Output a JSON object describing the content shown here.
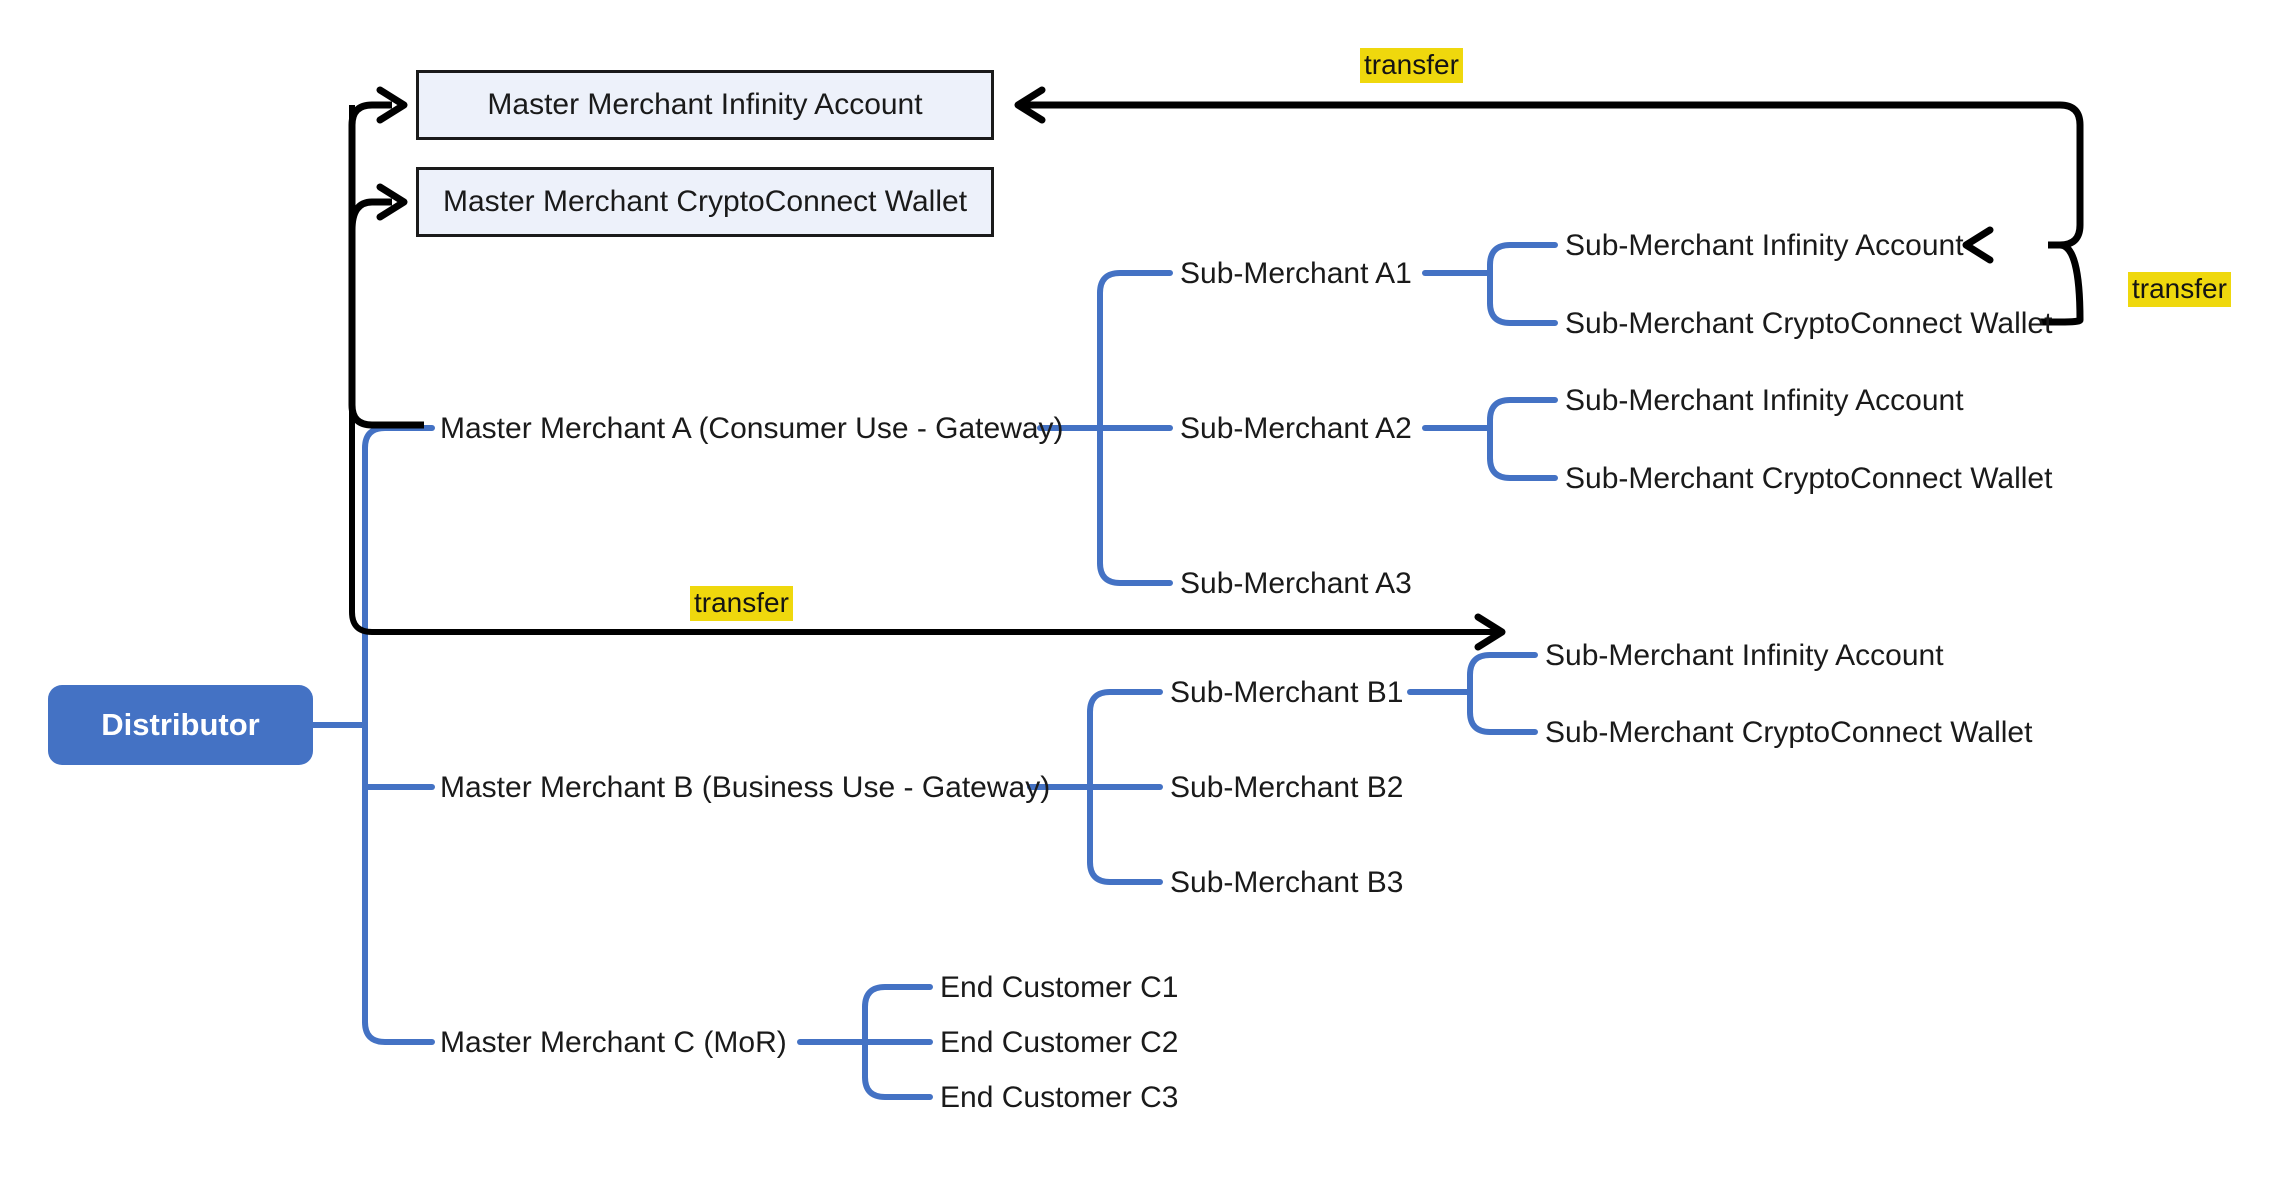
{
  "diagram": {
    "title": "Distributor merchant hierarchy with transfers",
    "colors": {
      "blue_connector": "#4472C4",
      "black_connector": "#000000",
      "box_fill": "#EDF1FA",
      "box_border": "#1A1A1A",
      "distributor_fill": "#4472C4",
      "distributor_text": "#FFFFFF",
      "highlight": "#EFD80D",
      "text": "#1A1A1A",
      "background": "#FFFFFF"
    },
    "root": {
      "label": "Distributor"
    },
    "master_boxes": [
      {
        "id": "mm-infinity-account",
        "label": "Master Merchant Infinity Account"
      },
      {
        "id": "mm-cryptoconnect-wallet",
        "label": "Master Merchant CryptoConnect Wallet"
      }
    ],
    "masters": [
      {
        "id": "master-a",
        "label": "Master Merchant A (Consumer Use - Gateway)",
        "children": [
          {
            "id": "sub-a1",
            "label": "Sub-Merchant A1",
            "children": [
              {
                "id": "a1-infinity",
                "label": "Sub-Merchant Infinity Account"
              },
              {
                "id": "a1-wallet",
                "label": "Sub-Merchant CryptoConnect Wallet"
              }
            ]
          },
          {
            "id": "sub-a2",
            "label": "Sub-Merchant A2",
            "children": [
              {
                "id": "a2-infinity",
                "label": "Sub-Merchant Infinity Account"
              },
              {
                "id": "a2-wallet",
                "label": "Sub-Merchant CryptoConnect Wallet"
              }
            ]
          },
          {
            "id": "sub-a3",
            "label": "Sub-Merchant A3",
            "children": []
          }
        ]
      },
      {
        "id": "master-b",
        "label": "Master Merchant B (Business Use - Gateway)",
        "children": [
          {
            "id": "sub-b1",
            "label": "Sub-Merchant B1",
            "children": [
              {
                "id": "b1-infinity",
                "label": "Sub-Merchant Infinity Account"
              },
              {
                "id": "b1-wallet",
                "label": "Sub-Merchant CryptoConnect Wallet"
              }
            ]
          },
          {
            "id": "sub-b2",
            "label": "Sub-Merchant B2",
            "children": []
          },
          {
            "id": "sub-b3",
            "label": "Sub-Merchant B3",
            "children": []
          }
        ]
      },
      {
        "id": "master-c",
        "label": "Master Merchant C (MoR)",
        "children": [
          {
            "id": "cust-c1",
            "label": "End Customer C1",
            "children": []
          },
          {
            "id": "cust-c2",
            "label": "End Customer C2",
            "children": []
          },
          {
            "id": "cust-c3",
            "label": "End Customer C3",
            "children": []
          }
        ]
      }
    ],
    "transfer_labels": [
      {
        "id": "transfer-top",
        "label": "transfer"
      },
      {
        "id": "transfer-right",
        "label": "transfer"
      },
      {
        "id": "transfer-middle",
        "label": "transfer"
      }
    ]
  }
}
